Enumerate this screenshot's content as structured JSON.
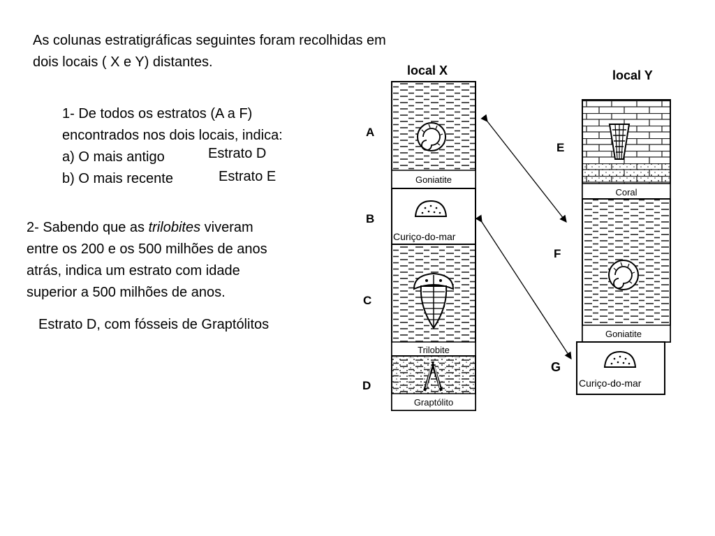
{
  "intro": {
    "line1": "As colunas estratigráficas seguintes foram recolhidas em",
    "line2": "dois locais ( X e Y) distantes."
  },
  "question1": {
    "line1": "1- De todos os estratos (A a F)",
    "line2": "encontrados nos dois locais, indica:",
    "item_a": "a) O mais antigo",
    "item_b": "b) O mais recente",
    "answer_a": "Estrato D",
    "answer_b": "Estrato E"
  },
  "question2": {
    "prefix": "2- Sabendo que as ",
    "italic": "trilobites",
    "suffix": " viveram",
    "line2": "entre os 200 e os 500 milhões de anos",
    "line3": "atrás, indica um estrato com idade",
    "line4": "superior a 500 milhões de anos.",
    "answer": "Estrato D, com fósseis de Graptólitos"
  },
  "columns": {
    "x": {
      "title": "local X",
      "strata": [
        "A",
        "B",
        "C",
        "D"
      ],
      "fossils": [
        "Goniatite",
        "Curiço-do-mar",
        "Trilobite",
        "Graptólito"
      ]
    },
    "y": {
      "title": "local Y",
      "strata": [
        "E",
        "F",
        "G"
      ],
      "fossils": [
        "Coral",
        "Goniatite",
        "Curiço-do-mar"
      ]
    }
  },
  "correlations": [
    {
      "from": "A",
      "to": "F"
    },
    {
      "from": "B",
      "to": "G"
    }
  ]
}
